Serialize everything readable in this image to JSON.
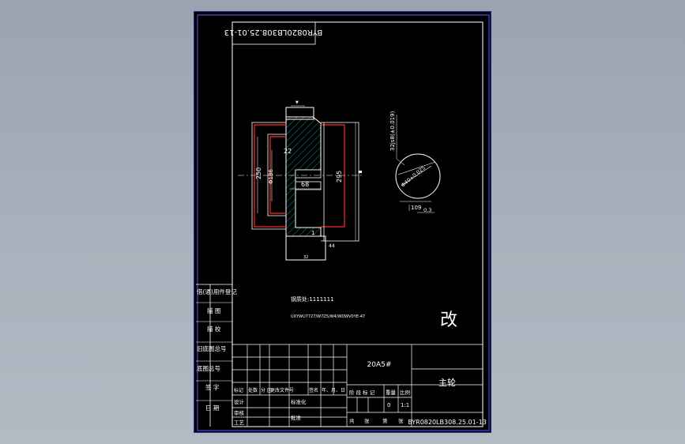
{
  "drawing_number_mirrored": "BYR0820LB308.25.01-13",
  "dimensions": {
    "d_outer": "250",
    "d_bore": "Φ186",
    "d_rim": "295",
    "width": "68",
    "step": "22",
    "keyway_width": "1",
    "chamfer": "44",
    "hub_dim": "32",
    "slot_tol": "32js8(±0.019)",
    "depth": "109",
    "depth_tol": "0.3",
    "bore_tol": "Φ40+0.025"
  },
  "notes": {
    "line1": "钢质处:1111111",
    "line2": "UXYWU7727/W7Z5/W4/WDWV0YE-47"
  },
  "revision_mark": "改",
  "title_block": {
    "left_column": [
      "借(通)用件登记",
      "描 图",
      "描 校",
      "旧底图总号",
      "底图总号",
      "签 字",
      "日 期"
    ],
    "material": "20A5#",
    "part_name": "主轮",
    "drawing_number": "BYR0820LB308.25.01-13",
    "change_row": [
      "标记",
      "处数",
      "分 区",
      "更改文件号",
      "签名",
      "年、月、日"
    ],
    "design_row": [
      "设计",
      "",
      "标准化"
    ],
    "process_row": [
      "审核",
      "",
      "工艺",
      "",
      "批准"
    ],
    "stage_headers": [
      "阶 段 标 记",
      "重量",
      "比例"
    ],
    "weight": "0",
    "scale": "1:1",
    "sheet_row": [
      "共",
      "张",
      "第",
      "张"
    ]
  },
  "colors": {
    "frame": "#ffffff",
    "border": "#3a3ab0",
    "section": "#ff2a2a",
    "hatch": "#1fb3b3",
    "dim": "#ffffff"
  }
}
